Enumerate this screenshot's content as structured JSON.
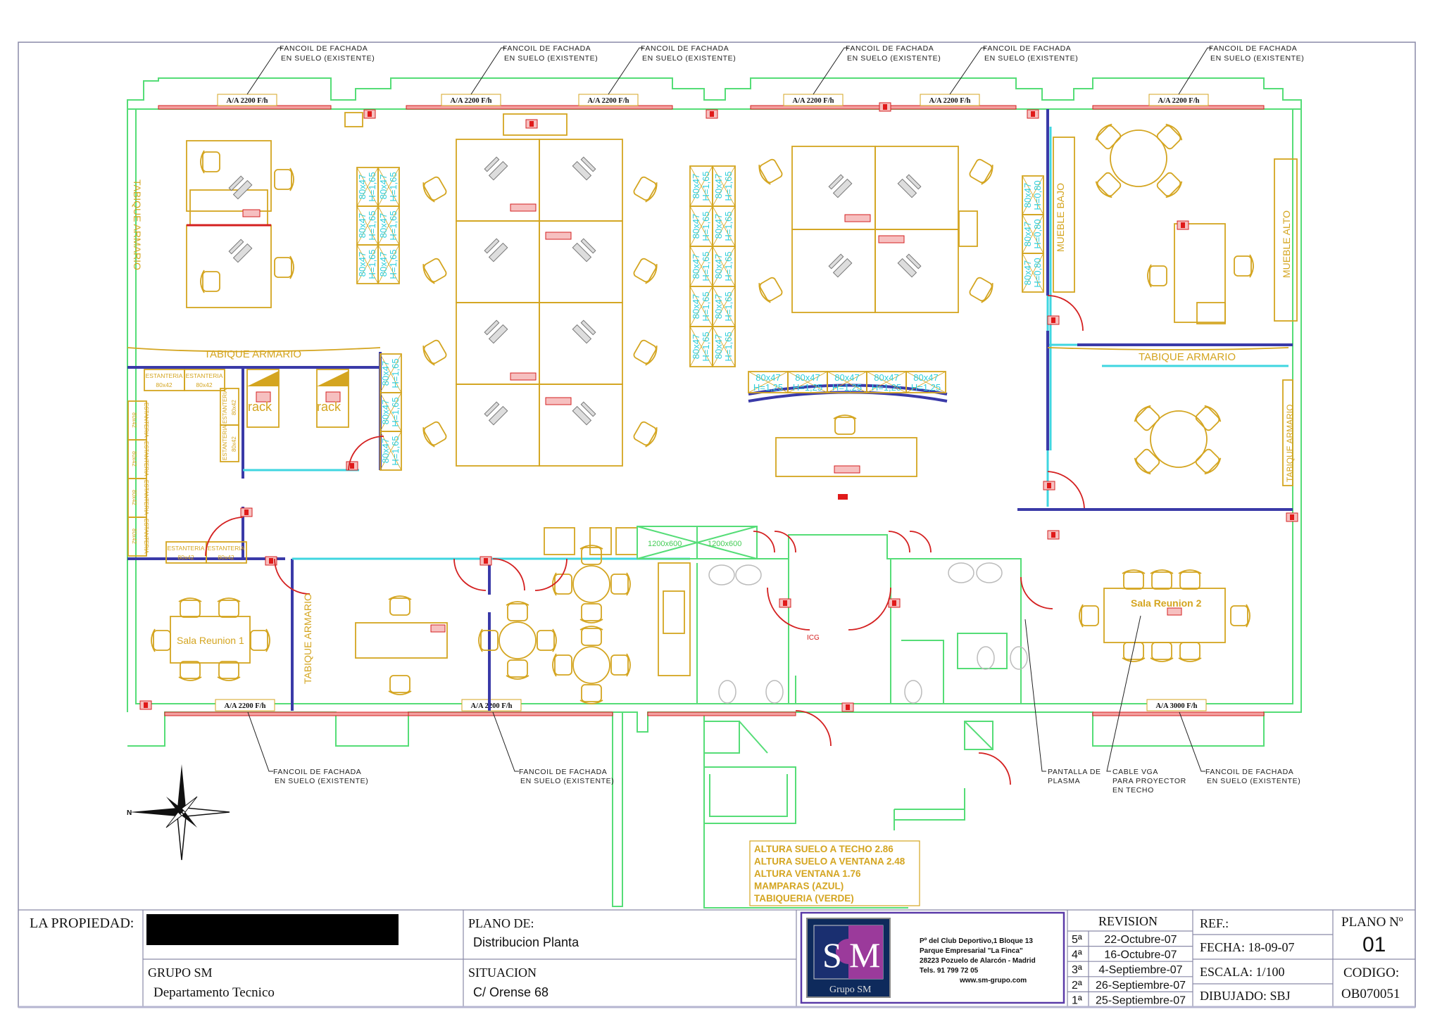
{
  "plan": {
    "fancoil_top": [
      "FANCOIL DE FACHADA",
      "EN SUELO (EXISTENTE)"
    ],
    "fancoil_bottom": [
      "FANCOIL DE FACHADA",
      "EN SUELO (EXISTENTE)"
    ],
    "aa_top": [
      "A/A 2200 F/h",
      "A/A 2200 F/h",
      "A/A 2200 F/h",
      "A/A 2200 F/h",
      "A/A 2200 F/h",
      "A/A 2200 F/h"
    ],
    "aa_bottom": [
      "A/A 2200 F/h",
      "A/A 2200 F/h",
      "A/A 3000 F/h"
    ],
    "pantalla": [
      "PANTALLA DE",
      "PLASMA"
    ],
    "cable_vga": [
      "CABLE VGA",
      "PARA PROYECTOR",
      "EN TECHO"
    ],
    "rooms": {
      "tabique_armario": "TABIQUE ARMARIO",
      "mueble_bajo": "MUEBLE BAJO",
      "mueble_alto": "MUEBLE ALTO",
      "sala_reunion_1": "Sala Reunion 1",
      "sala_reunion_2": "Sala Reunion 2",
      "rack": "rack",
      "estanteria": "ESTANTERIA",
      "estanteria_size": "80x42",
      "panel_size": "1200x600",
      "icg": "ICG"
    },
    "modules": {
      "tall": {
        "dims": "80x47",
        "height": "H=1,65"
      },
      "mid": {
        "dims": "80x47",
        "height": "H=1,25"
      },
      "low": {
        "dims": "80x47",
        "height": "H=0,80"
      }
    },
    "notes": [
      "ALTURA SUELO A TECHO 2.86",
      "ALTURA SUELO A VENTANA 2.48",
      "ALTURA VENTANA 1.76",
      "MAMPARAS (AZUL)",
      "TABIQUERIA (VERDE)"
    ],
    "colors": {
      "tabiqueria": "#55dd77",
      "mamparas": "#3a3aa8",
      "furniture": "#d4a520",
      "electrical": "#e01a1a",
      "modules": "#3fd6e0"
    }
  },
  "title_block": {
    "propiedad_label": "LA PROPIEDAD:",
    "cliente_label": "GRUPO SM",
    "cliente_value": "Departamento Tecnico",
    "plano_de_label": "PLANO DE:",
    "plano_de_value": "Distribucion Planta",
    "situacion_label": "SITUACION",
    "situacion_value": "C/ Orense 68",
    "logo": {
      "s": "S",
      "m": "M",
      "name": "Grupo SM"
    },
    "company_address": [
      "Pº del Club Deportivo,1 Bloque 13",
      "Parque Empresarial \"La Finca\"",
      "28223 Pozuelo de Alarcón - Madrid",
      "Tels. 91 799 72 05",
      "www.sm-grupo.com"
    ],
    "revision_label": "REVISION",
    "revisions": [
      {
        "num": "5ª",
        "date": "22-Octubre-07"
      },
      {
        "num": "4ª",
        "date": "16-Octubre-07"
      },
      {
        "num": "3ª",
        "date": "4-Septiembre-07"
      },
      {
        "num": "2ª",
        "date": "26-Septiembre-07"
      },
      {
        "num": "1ª",
        "date": "25-Septiembre-07"
      }
    ],
    "ref_label": "REF.:",
    "fecha": "FECHA:  18-09-07",
    "escala": "ESCALA:  1/100",
    "dibujado": "DIBUJADO:  SBJ",
    "plano_no_label": "PLANO Nº",
    "plano_no": "01",
    "codigo_label": "CODIGO:",
    "codigo": "OB070051"
  }
}
